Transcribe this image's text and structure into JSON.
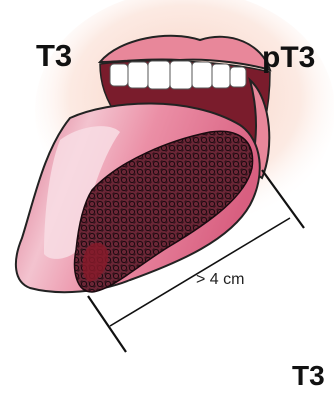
{
  "labels": {
    "stage_left": "T3",
    "stage_right": "pT3",
    "stage_bottom": "T3",
    "tumor_size": "> 4 cm"
  },
  "icons": {
    "illustration": "tongue-tumor-illustration"
  },
  "colors": {
    "skin_glow": "#f6c7b7",
    "lip": "#e8879a",
    "tongue": "#e77f98",
    "tongue_light": "#f6d2dc",
    "tumor": "#5a1a2a",
    "mouth_interior": "#7a1c2c",
    "teeth": "#ffffff",
    "outline": "#222222"
  }
}
